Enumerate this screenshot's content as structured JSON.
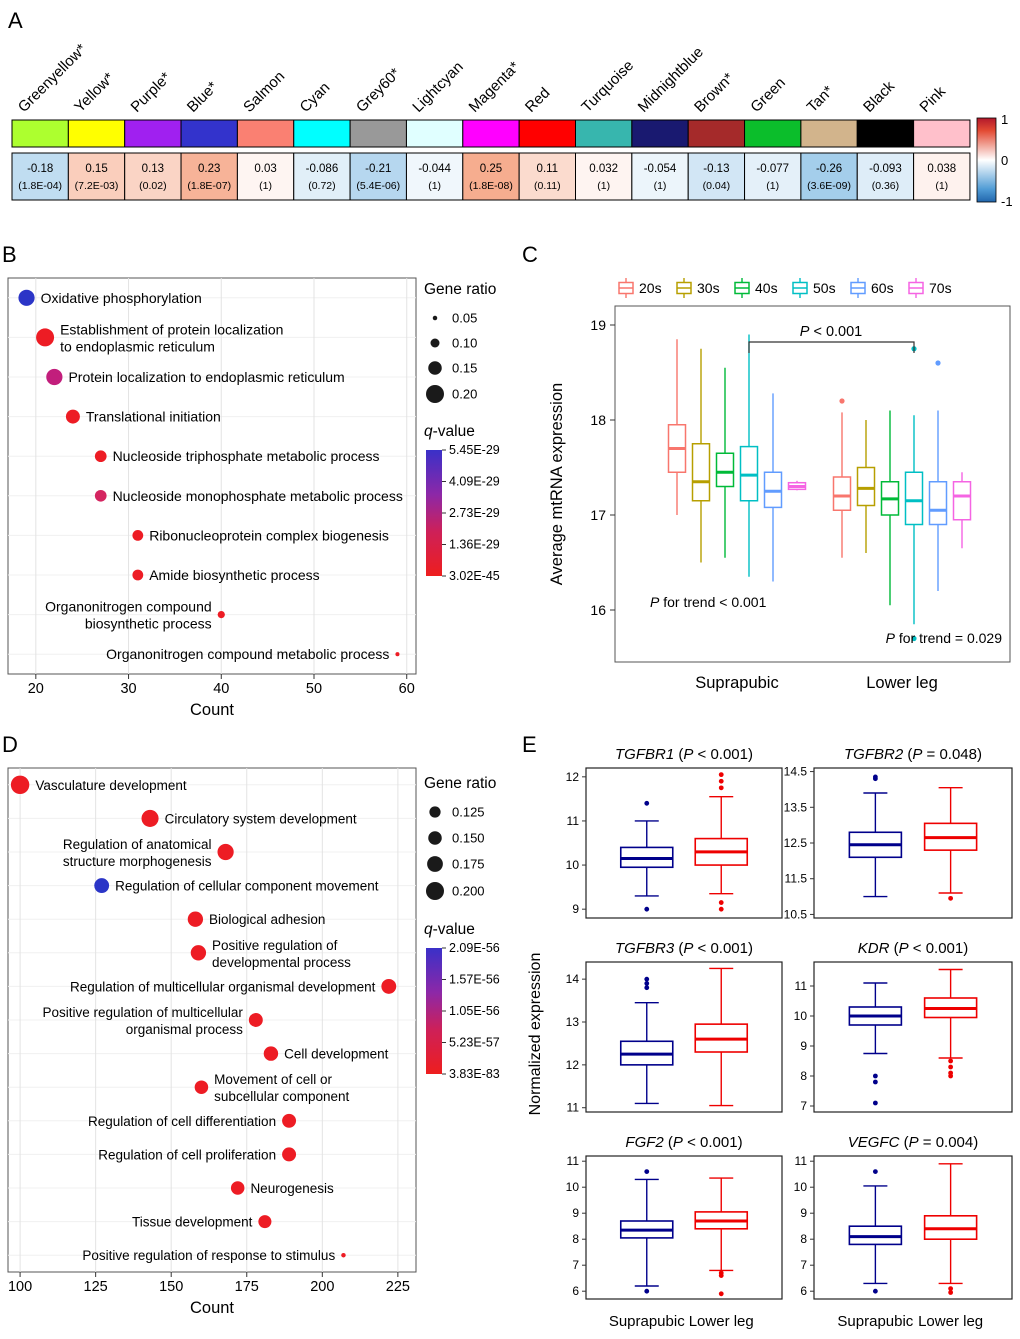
{
  "figure": {
    "panel_labels": [
      "A",
      "B",
      "C",
      "D",
      "E"
    ]
  },
  "chart_data": [
    {
      "panel_label": "A",
      "type": "heatmap",
      "modules": [
        {
          "name": "Greenyellow*",
          "color": "#ADFF2F",
          "corr": -0.18,
          "value": "-0.18",
          "p": "(1.8E-04)"
        },
        {
          "name": "Yellow*",
          "color": "#FFFF00",
          "corr": 0.15,
          "value": "0.15",
          "p": "(7.2E-03)"
        },
        {
          "name": "Purple*",
          "color": "#A020F0",
          "corr": 0.13,
          "value": "0.13",
          "p": "(0.02)"
        },
        {
          "name": "Blue*",
          "color": "#3333CC",
          "corr": 0.23,
          "value": "0.23",
          "p": "(1.8E-07)"
        },
        {
          "name": "Salmon",
          "color": "#FA8072",
          "corr": 0.03,
          "value": "0.03",
          "p": "(1)"
        },
        {
          "name": "Cyan",
          "color": "#00FFFF",
          "corr": -0.086,
          "value": "-0.086",
          "p": "(0.72)"
        },
        {
          "name": "Grey60*",
          "color": "#999999",
          "corr": -0.21,
          "value": "-0.21",
          "p": "(5.4E-06)"
        },
        {
          "name": "Lightcyan",
          "color": "#E0FFFF",
          "corr": -0.044,
          "value": "-0.044",
          "p": "(1)"
        },
        {
          "name": "Magenta*",
          "color": "#FF00FF",
          "corr": 0.25,
          "value": "0.25",
          "p": "(1.8E-08)"
        },
        {
          "name": "Red",
          "color": "#FF0000",
          "corr": 0.11,
          "value": "0.11",
          "p": "(0.11)"
        },
        {
          "name": "Turquoise",
          "color": "#37B6AE",
          "corr": 0.032,
          "value": "0.032",
          "p": "(1)"
        },
        {
          "name": "Midnightblue",
          "color": "#191970",
          "corr": -0.054,
          "value": "-0.054",
          "p": "(1)"
        },
        {
          "name": "Brown*",
          "color": "#A52A2A",
          "corr": -0.13,
          "value": "-0.13",
          "p": "(0.04)"
        },
        {
          "name": "Green",
          "color": "#0BBE2B",
          "corr": -0.077,
          "value": "-0.077",
          "p": "(1)"
        },
        {
          "name": "Tan*",
          "color": "#D2B48C",
          "corr": -0.26,
          "value": "-0.26",
          "p": "(3.6E-09)"
        },
        {
          "name": "Black",
          "color": "#000000",
          "corr": -0.093,
          "value": "-0.093",
          "p": "(0.36)"
        },
        {
          "name": "Pink",
          "color": "#FFC0CB",
          "corr": 0.038,
          "value": "0.038",
          "p": "(1)"
        }
      ],
      "colorbar": {
        "ticks": [
          "1",
          "0",
          "-1"
        ]
      }
    },
    {
      "panel_label": "B",
      "type": "dotplot",
      "xlabel": "Count",
      "xlim": [
        17,
        61
      ],
      "xticks": [
        20,
        30,
        40,
        50,
        60
      ],
      "size_legend": {
        "title": "Gene ratio",
        "values": [
          "0.05",
          "0.10",
          "0.15",
          "0.20"
        ]
      },
      "color_legend": {
        "title": "q-value",
        "labels": [
          "5.45E-29",
          "4.09E-29",
          "2.73E-29",
          "1.36E-29",
          "3.02E-45"
        ]
      },
      "points": [
        {
          "lines": [
            "Oxidative phosphorylation"
          ],
          "count": 19,
          "gene_ratio": 0.18,
          "color": "#2B35C7",
          "side": "right"
        },
        {
          "lines": [
            "Establishment of protein localization",
            "to endoplasmic reticulum"
          ],
          "count": 21,
          "gene_ratio": 0.2,
          "color": "#ED1C24",
          "side": "right"
        },
        {
          "lines": [
            "Protein localization to endoplasmic reticulum"
          ],
          "count": 22,
          "gene_ratio": 0.18,
          "color": "#C21E7C",
          "side": "right"
        },
        {
          "lines": [
            "Translational initiation"
          ],
          "count": 24,
          "gene_ratio": 0.155,
          "color": "#ED1C24",
          "side": "right"
        },
        {
          "lines": [
            "Nucleoside triphosphate metabolic process"
          ],
          "count": 27,
          "gene_ratio": 0.13,
          "color": "#ED1C24",
          "side": "right"
        },
        {
          "lines": [
            "Nucleoside monophosphate metabolic process"
          ],
          "count": 27,
          "gene_ratio": 0.13,
          "color": "#D42560",
          "side": "right"
        },
        {
          "lines": [
            "Ribonucleoprotein complex biogenesis"
          ],
          "count": 31,
          "gene_ratio": 0.12,
          "color": "#ED1C24",
          "side": "right"
        },
        {
          "lines": [
            "Amide biosynthetic process"
          ],
          "count": 31,
          "gene_ratio": 0.12,
          "color": "#ED1C24",
          "side": "right"
        },
        {
          "lines": [
            "Organonitrogen compound",
            "biosynthetic process"
          ],
          "count": 40,
          "gene_ratio": 0.08,
          "color": "#ED1C24",
          "side": "left"
        },
        {
          "lines": [
            "Organonitrogen compound metabolic process"
          ],
          "count": 59,
          "gene_ratio": 0.045,
          "color": "#ED1C24",
          "side": "left"
        }
      ]
    },
    {
      "panel_label": "C",
      "type": "grouped_boxplot",
      "ylabel": "Average mtRNA expression",
      "yticks": [
        16,
        17,
        18,
        19
      ],
      "groups": [
        "Suprapubic",
        "Lower leg"
      ],
      "age_groups": [
        {
          "label": "20s",
          "color": "#F8766D"
        },
        {
          "label": "30s",
          "color": "#B79F00"
        },
        {
          "label": "40s",
          "color": "#00BA38"
        },
        {
          "label": "50s",
          "color": "#00BFC4"
        },
        {
          "label": "60s",
          "color": "#619CFF"
        },
        {
          "label": "70s",
          "color": "#F564E3"
        }
      ],
      "annotations": {
        "bracket": "P < 0.001",
        "trend_suprapubic": "P for trend < 0.001",
        "trend_lowerleg": "P for trend = 0.029"
      },
      "series": [
        {
          "group": "Suprapubic",
          "boxes": [
            {
              "lo": 17.0,
              "q1": 17.45,
              "med": 17.7,
              "q3": 17.95,
              "hi": 18.85
            },
            {
              "lo": 16.5,
              "q1": 17.15,
              "med": 17.35,
              "q3": 17.75,
              "hi": 18.75
            },
            {
              "lo": 16.55,
              "q1": 17.3,
              "med": 17.45,
              "q3": 17.65,
              "hi": 18.55
            },
            {
              "lo": 16.35,
              "q1": 17.15,
              "med": 17.42,
              "q3": 17.72,
              "hi": 18.9
            },
            {
              "lo": 16.3,
              "q1": 17.08,
              "med": 17.25,
              "q3": 17.45,
              "hi": 18.28
            },
            {
              "lo": 17.26,
              "q1": 17.27,
              "med": 17.3,
              "q3": 17.34,
              "hi": 17.36
            }
          ]
        },
        {
          "group": "Lower leg",
          "boxes": [
            {
              "lo": 16.55,
              "q1": 17.05,
              "med": 17.2,
              "q3": 17.4,
              "hi": 18.08,
              "outliers": [
                18.2
              ]
            },
            {
              "lo": 16.6,
              "q1": 17.1,
              "med": 17.28,
              "q3": 17.5,
              "hi": 18.0
            },
            {
              "lo": 16.05,
              "q1": 17.0,
              "med": 17.17,
              "q3": 17.35,
              "hi": 18.1
            },
            {
              "lo": 15.85,
              "q1": 16.9,
              "med": 17.15,
              "q3": 17.45,
              "hi": 18.05,
              "outliers": [
                15.7,
                18.75
              ]
            },
            {
              "lo": 16.2,
              "q1": 16.9,
              "med": 17.05,
              "q3": 17.35,
              "hi": 18.1,
              "outliers": [
                18.6
              ]
            },
            {
              "lo": 16.65,
              "q1": 16.95,
              "med": 17.2,
              "q3": 17.35,
              "hi": 17.45
            }
          ]
        }
      ]
    },
    {
      "panel_label": "D",
      "type": "dotplot",
      "xlabel": "Count",
      "xlim": [
        96,
        231
      ],
      "xticks": [
        100,
        125,
        150,
        175,
        200,
        225
      ],
      "size_legend": {
        "title": "Gene ratio",
        "values": [
          "0.125",
          "0.150",
          "0.175",
          "0.200"
        ]
      },
      "color_legend": {
        "title": "q-value",
        "labels": [
          "2.09E-56",
          "1.57E-56",
          "1.05E-56",
          "5.23E-57",
          "3.83E-83"
        ]
      },
      "points": [
        {
          "lines": [
            "Vasculature development"
          ],
          "count": 100,
          "gene_ratio": 0.205,
          "color": "#ED1C24",
          "side": "right"
        },
        {
          "lines": [
            "Circulatory system development"
          ],
          "count": 143,
          "gene_ratio": 0.19,
          "color": "#ED1C24",
          "side": "right"
        },
        {
          "lines": [
            "Regulation of anatomical",
            "structure morphogenesis"
          ],
          "count": 168,
          "gene_ratio": 0.18,
          "color": "#ED1C24",
          "side": "left"
        },
        {
          "lines": [
            "Regulation of cellular component movement"
          ],
          "count": 127,
          "gene_ratio": 0.165,
          "color": "#2B35C7",
          "side": "right"
        },
        {
          "lines": [
            "Biological adhesion"
          ],
          "count": 158,
          "gene_ratio": 0.17,
          "color": "#ED1C24",
          "side": "right"
        },
        {
          "lines": [
            "Positive regulation of",
            "developmental process"
          ],
          "count": 159,
          "gene_ratio": 0.17,
          "color": "#ED1C24",
          "side": "right"
        },
        {
          "lines": [
            "Regulation of multicellular organismal development"
          ],
          "count": 222,
          "gene_ratio": 0.165,
          "color": "#ED1C24",
          "side": "left"
        },
        {
          "lines": [
            "Positive regulation of multicellular",
            "organismal process"
          ],
          "count": 178,
          "gene_ratio": 0.155,
          "color": "#ED1C24",
          "side": "left"
        },
        {
          "lines": [
            "Cell development"
          ],
          "count": 183,
          "gene_ratio": 0.16,
          "color": "#ED1C24",
          "side": "right"
        },
        {
          "lines": [
            "Movement of cell or",
            "subcellular component"
          ],
          "count": 160,
          "gene_ratio": 0.15,
          "color": "#ED1C24",
          "side": "right"
        },
        {
          "lines": [
            "Regulation of cell differentiation"
          ],
          "count": 189,
          "gene_ratio": 0.155,
          "color": "#ED1C24",
          "side": "left"
        },
        {
          "lines": [
            "Regulation of cell proliferation"
          ],
          "count": 189,
          "gene_ratio": 0.155,
          "color": "#ED1C24",
          "side": "left"
        },
        {
          "lines": [
            "Neurogenesis"
          ],
          "count": 172,
          "gene_ratio": 0.15,
          "color": "#ED1C24",
          "side": "right"
        },
        {
          "lines": [
            "Tissue development"
          ],
          "count": 181,
          "gene_ratio": 0.145,
          "color": "#ED1C24",
          "side": "left"
        },
        {
          "lines": [
            "Positive regulation of response to stimulus"
          ],
          "count": 207,
          "gene_ratio": 0.05,
          "color": "#ED1C24",
          "side": "left"
        }
      ]
    },
    {
      "panel_label": "E",
      "type": "paired_boxplots",
      "ylabel": "Normalized expression",
      "categories": [
        "Suprapubic",
        "Lower leg"
      ],
      "colors": {
        "suprapubic": "#00008B",
        "lowerleg": "#EE0000"
      },
      "genes": [
        {
          "name": "TGFBR1",
          "p": "P < 0.001",
          "ylim": [
            8.8,
            12.2
          ],
          "yticks": [
            9,
            10,
            11,
            12
          ],
          "suprapubic": {
            "lo": 9.3,
            "q1": 9.95,
            "med": 10.15,
            "q3": 10.4,
            "hi": 11.0,
            "outliers": [
              11.4,
              9.0
            ]
          },
          "lowerleg": {
            "lo": 9.35,
            "q1": 10.0,
            "med": 10.3,
            "q3": 10.6,
            "hi": 11.55,
            "outliers": [
              12.05,
              11.9,
              11.75,
              9.15,
              9.0
            ]
          }
        },
        {
          "name": "TGFBR2",
          "p": "P = 0.048",
          "ylim": [
            10.4,
            14.6
          ],
          "yticks": [
            10.5,
            11.5,
            12.5,
            13.5,
            14.5
          ],
          "suprapubic": {
            "lo": 11.0,
            "q1": 12.1,
            "med": 12.45,
            "q3": 12.8,
            "hi": 13.9,
            "outliers": [
              14.35,
              14.3
            ]
          },
          "lowerleg": {
            "lo": 11.1,
            "q1": 12.3,
            "med": 12.65,
            "q3": 13.05,
            "hi": 14.05,
            "outliers": [
              10.95
            ]
          }
        },
        {
          "name": "TGFBR3",
          "p": "P < 0.001",
          "ylim": [
            10.9,
            14.4
          ],
          "yticks": [
            11,
            12,
            13,
            14
          ],
          "suprapubic": {
            "lo": 11.1,
            "q1": 12.0,
            "med": 12.25,
            "q3": 12.55,
            "hi": 13.45,
            "outliers": [
              14.0,
              13.9,
              13.8
            ]
          },
          "lowerleg": {
            "lo": 11.05,
            "q1": 12.3,
            "med": 12.6,
            "q3": 12.95,
            "hi": 14.25,
            "outliers": []
          }
        },
        {
          "name": "KDR",
          "p": "P < 0.001",
          "ylim": [
            6.8,
            11.8
          ],
          "yticks": [
            7,
            8,
            9,
            10,
            11
          ],
          "suprapubic": {
            "lo": 8.75,
            "q1": 9.7,
            "med": 10.0,
            "q3": 10.3,
            "hi": 11.1,
            "outliers": [
              8.0,
              7.8,
              7.1
            ]
          },
          "lowerleg": {
            "lo": 8.6,
            "q1": 9.95,
            "med": 10.25,
            "q3": 10.6,
            "hi": 11.55,
            "outliers": [
              8.5,
              8.3,
              8.1,
              8.0
            ]
          }
        },
        {
          "name": "FGF2",
          "p": "P < 0.001",
          "ylim": [
            5.7,
            11.2
          ],
          "yticks": [
            6,
            7,
            8,
            9,
            10,
            11
          ],
          "suprapubic": {
            "lo": 6.2,
            "q1": 8.05,
            "med": 8.35,
            "q3": 8.7,
            "hi": 10.3,
            "outliers": [
              10.6,
              6.0
            ]
          },
          "lowerleg": {
            "lo": 6.8,
            "q1": 8.4,
            "med": 8.7,
            "q3": 9.05,
            "hi": 10.35,
            "outliers": [
              6.7,
              6.6,
              5.9
            ]
          }
        },
        {
          "name": "VEGFC",
          "p": "P = 0.004",
          "ylim": [
            5.7,
            11.2
          ],
          "yticks": [
            6,
            7,
            8,
            9,
            10,
            11
          ],
          "suprapubic": {
            "lo": 6.3,
            "q1": 7.8,
            "med": 8.1,
            "q3": 8.5,
            "hi": 10.05,
            "outliers": [
              10.6,
              6.0
            ]
          },
          "lowerleg": {
            "lo": 6.3,
            "q1": 8.0,
            "med": 8.4,
            "q3": 8.9,
            "hi": 10.9,
            "outliers": [
              6.1,
              5.95
            ]
          }
        }
      ]
    }
  ]
}
